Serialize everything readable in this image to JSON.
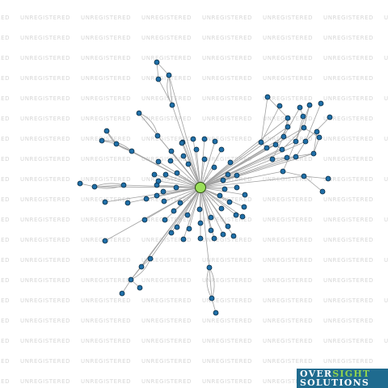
{
  "watermark": {
    "text": "UNREGISTERED"
  },
  "logo": {
    "word1a": "OVER",
    "word1b": "SIGHT",
    "word2": "SOLUTIONS"
  },
  "colors": {
    "background": "#ffffff",
    "edge": "#a0a0a0",
    "node_fill": "#1f6fa8",
    "node_stroke": "#0a2a40",
    "center_fill": "#9be05a",
    "center_stroke": "#2b4a10",
    "logo_bg": "#1f6b8f",
    "logo_green": "#8fd14f",
    "watermark": "#d6d6d6"
  }
}
